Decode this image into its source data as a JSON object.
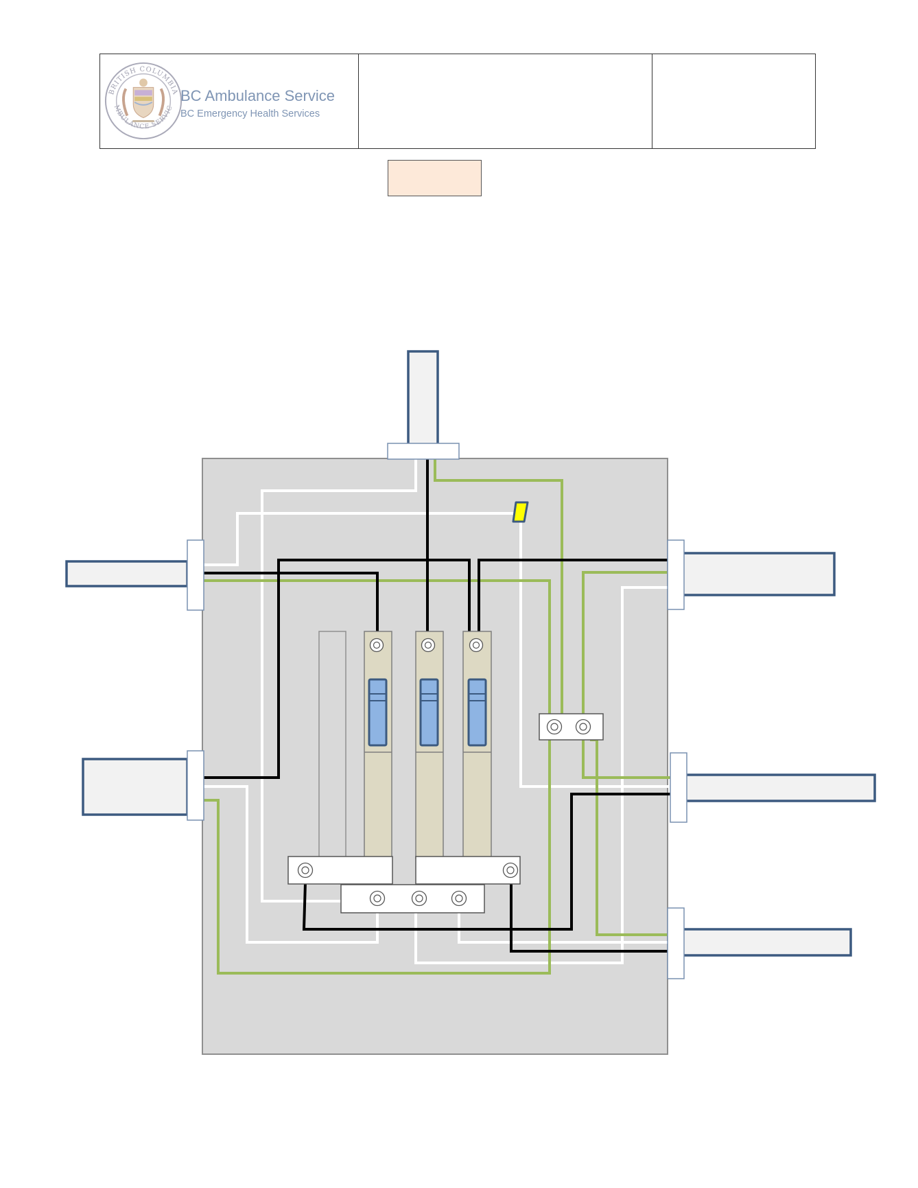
{
  "header": {
    "brand_name": "BC Ambulance Service",
    "brand_subtitle": "BC Emergency Health Services",
    "seal_text_top": "BRITISH COLUMBIA",
    "seal_text_bottom": "AMBULANCE SERVICE",
    "middle_cell": "",
    "right_cell": ""
  },
  "label_box": {
    "text": "",
    "color": "#fde9d9"
  },
  "colors": {
    "panel": "#d9d9d9",
    "conduit_fill": "#f2f2f2",
    "conduit_border": "#3c5a80",
    "hot_wire": "#000000",
    "neutral_wire": "#ffffff",
    "ground_wire": "#9bbb59",
    "breaker_body": "#ddd9c3",
    "breaker_switch": "#8eb4e3",
    "wire_nut": "#ffff00"
  },
  "icons": [
    "bc-ambulance-seal-icon",
    "wire-nut-icon",
    "terminal-screw-icon"
  ]
}
